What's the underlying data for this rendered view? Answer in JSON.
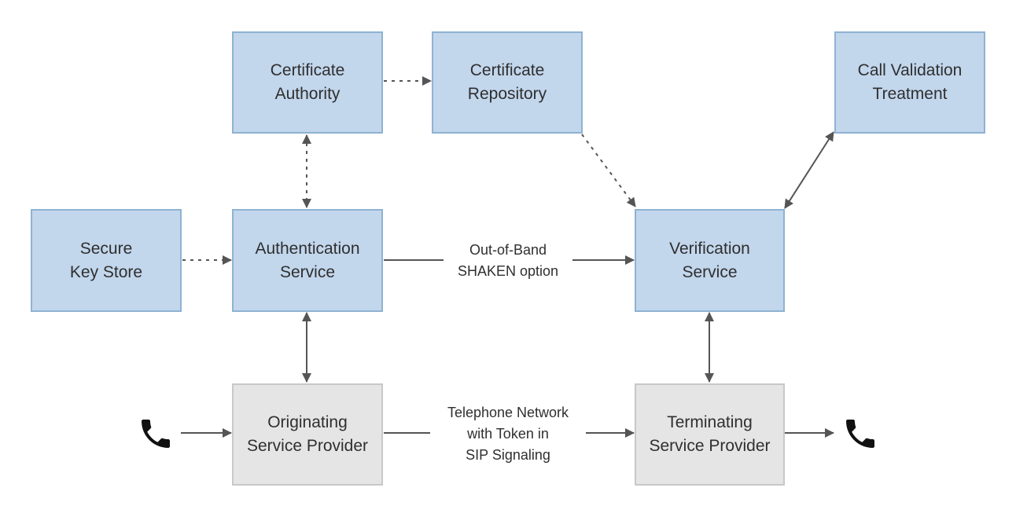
{
  "diagram": {
    "nodes": {
      "certificate_authority": {
        "line1": "Certificate",
        "line2": "Authority"
      },
      "certificate_repository": {
        "line1": "Certificate",
        "line2": "Repository"
      },
      "call_validation_treatment": {
        "line1": "Call Validation",
        "line2": "Treatment"
      },
      "secure_key_store": {
        "line1": "Secure",
        "line2": "Key Store"
      },
      "authentication_service": {
        "line1": "Authentication",
        "line2": "Service"
      },
      "verification_service": {
        "line1": "Verification",
        "line2": "Service"
      },
      "originating_service_provider": {
        "line1": "Originating",
        "line2": "Service Provider"
      },
      "terminating_service_provider": {
        "line1": "Terminating",
        "line2": "Service Provider"
      }
    },
    "edge_labels": {
      "out_of_band": {
        "line1": "Out-of-Band",
        "line2": "SHAKEN option"
      },
      "telephone_network": {
        "line1": "Telephone Network",
        "line2": "with Token in",
        "line3": "SIP Signaling"
      }
    },
    "icons": {
      "caller": "phone-icon",
      "callee": "phone-icon"
    },
    "colors": {
      "service_fill": "#c2d6ec",
      "service_border": "#8fb2d2",
      "provider_fill": "#e5e5e5",
      "provider_border": "#c8c8c8",
      "arrow": "#555555"
    }
  }
}
